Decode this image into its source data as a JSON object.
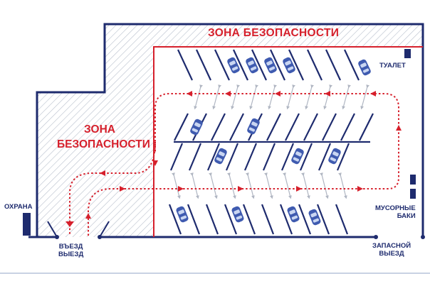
{
  "labels": {
    "zone_top": "ЗОНА БЕЗОПАСНОСТИ",
    "zone_left_line1": "ЗОНА",
    "zone_left_line2": "БЕЗОПАСНОСТИ",
    "guard": "ОХРАНА",
    "entry": "ВЪЕЗД",
    "exit": "ВЫЕЗД",
    "toilet": "ТУАЛЕТ",
    "trash_line1": "МУСОРНЫЕ",
    "trash_line2": "БАКИ",
    "emergency_line1": "ЗАПАСНОЙ",
    "emergency_line2": "ВЫЕЗД"
  },
  "colors": {
    "wall": "#1e2b6e",
    "safety_zone": "#d6202c",
    "route": "#d6202c",
    "hatch": "#b8bfcc",
    "car_body": "#3f5bb0",
    "car_glass": "#c9d6f2",
    "pedestrian_arrow": "#b0b6c2"
  }
}
